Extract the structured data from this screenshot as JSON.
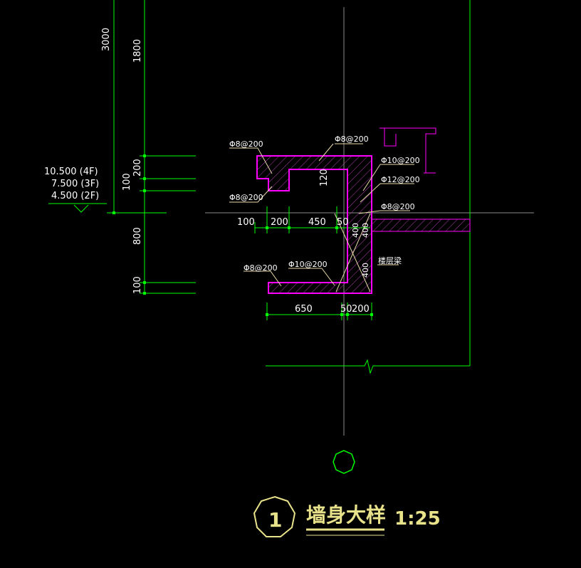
{
  "dimensions_vertical": {
    "total": "3000",
    "upper": "1800",
    "top_beam": "200",
    "step": "100",
    "middle": "800",
    "bottom": "100"
  },
  "elevations": [
    "10.500 (4F)",
    "7.500 (3F)",
    "4.500 (2F)"
  ],
  "dimensions_horizontal_top": [
    "100",
    "200",
    "450",
    "50"
  ],
  "dimensions_horizontal_bottom": [
    "650",
    "50",
    "200"
  ],
  "section_dims": {
    "slab_thickness": "120",
    "wall_upper": "400",
    "wall_lower_a": "400",
    "wall_lower_b": "400"
  },
  "rebar_notes": {
    "top_left": "Φ8@200",
    "top_right": "Φ8@200",
    "right_1": "Φ10@200",
    "right_2": "Φ12@200",
    "lower_left": "Φ8@200",
    "right_3": "Φ8@200",
    "floor_beam": "楼层梁",
    "bottom_left": "Φ8@200",
    "bottom_mid": "Φ10@200"
  },
  "detail": {
    "number": "1",
    "title": "墙身大样",
    "scale": "1:25"
  },
  "colors": {
    "dimension_lines": "#00ff00",
    "section_outline": "#ff00ff",
    "hatch": "#cc33cc",
    "axis": "#9a9a9a",
    "leader": "#e8d9a8",
    "title": "#e8e28a"
  }
}
